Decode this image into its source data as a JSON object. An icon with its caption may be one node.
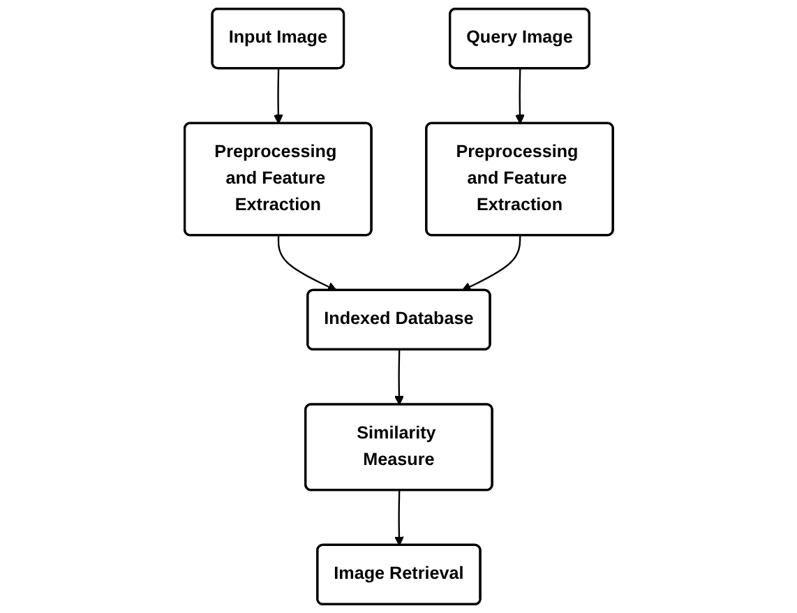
{
  "diagram": {
    "nodes": [
      {
        "text": [
          "Input Image"
        ]
      },
      {
        "text": [
          "Query Image"
        ]
      },
      {
        "text": [
          "Preprocessing and Feature Extraction"
        ]
      },
      {
        "text": [
          "Preprocessing and Feature Extraction"
        ]
      },
      {
        "text": [
          "Indexed Database"
        ]
      },
      {
        "text": [
          "Similarity Measure"
        ]
      },
      {
        "text": [
          "Image Retrieval"
        ]
      }
    ],
    "edges": [
      {
        "from": 0,
        "to": 2,
        "arrow": "to"
      },
      {
        "from": 1,
        "to": 3,
        "arrow": "to"
      },
      {
        "from": 2,
        "to": 4,
        "arrow": "to"
      },
      {
        "from": 3,
        "to": 4,
        "arrow": "to"
      },
      {
        "from": 4,
        "to": 5,
        "arrow": "to"
      },
      {
        "from": 5,
        "to": 6,
        "arrow": "to"
      }
    ]
  }
}
